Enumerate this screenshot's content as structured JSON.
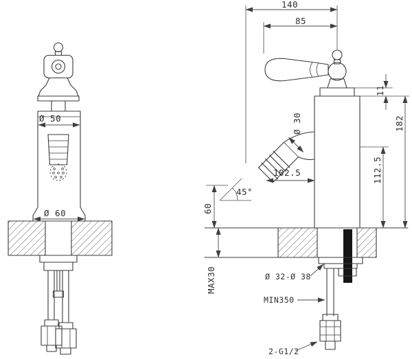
{
  "drawing": {
    "front_view": {
      "dia_top": "Ø 50",
      "dia_base": "Ø 60"
    },
    "side_view": {
      "width_total": "140",
      "width_handle": "85",
      "spout_dia": "Ø 30",
      "spout_reach": "102.5",
      "spout_angle": "45°",
      "spout_height": "60",
      "cap_height": "11",
      "body_height": "182",
      "outlet_height": "112.5",
      "deck_thickness": "MAX30",
      "hole_dia": "Ø 32-Ø 38",
      "hose_length": "MIN350",
      "connection": "2-G1/2"
    },
    "colors": {
      "line": "#3a3a3a",
      "dimension": "#4a4a4a",
      "section_fill": "#161616",
      "background": "#ffffff"
    }
  }
}
